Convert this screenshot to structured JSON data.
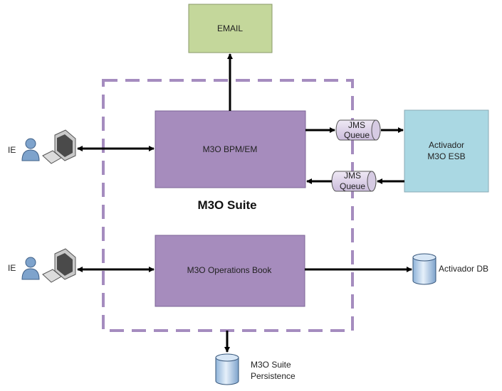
{
  "boundary": {
    "title": "M3O Suite"
  },
  "nodes": {
    "email": {
      "label": "EMAIL"
    },
    "bpm": {
      "label": "M3O BPM/EM"
    },
    "ops_book": {
      "label": "M3O Operations Book"
    },
    "esb": {
      "label_line1": "Activador",
      "label_line2": "M3O ESB"
    },
    "queue_out": {
      "label_line1": "JMS",
      "label_line2": "Queue"
    },
    "queue_in": {
      "label_line1": "JMS",
      "label_line2": "Queue"
    },
    "user_bpm": {
      "label": "IE"
    },
    "user_ops": {
      "label": "IE"
    },
    "activador_db": {
      "label": "Activador DB"
    },
    "suite_persistence": {
      "label_line1": "M3O Suite",
      "label_line2": "Persistence"
    }
  },
  "colors": {
    "email_fill": "#c4d79b",
    "purple_fill": "#a68cbd",
    "esb_fill": "#aad8e3",
    "queue_fill": "#ddd3e8",
    "dash_stroke": "#a58cbf",
    "arrow": "#000000",
    "db_fill": "#b9d3ec",
    "person_fill": "#7ea3cc"
  }
}
